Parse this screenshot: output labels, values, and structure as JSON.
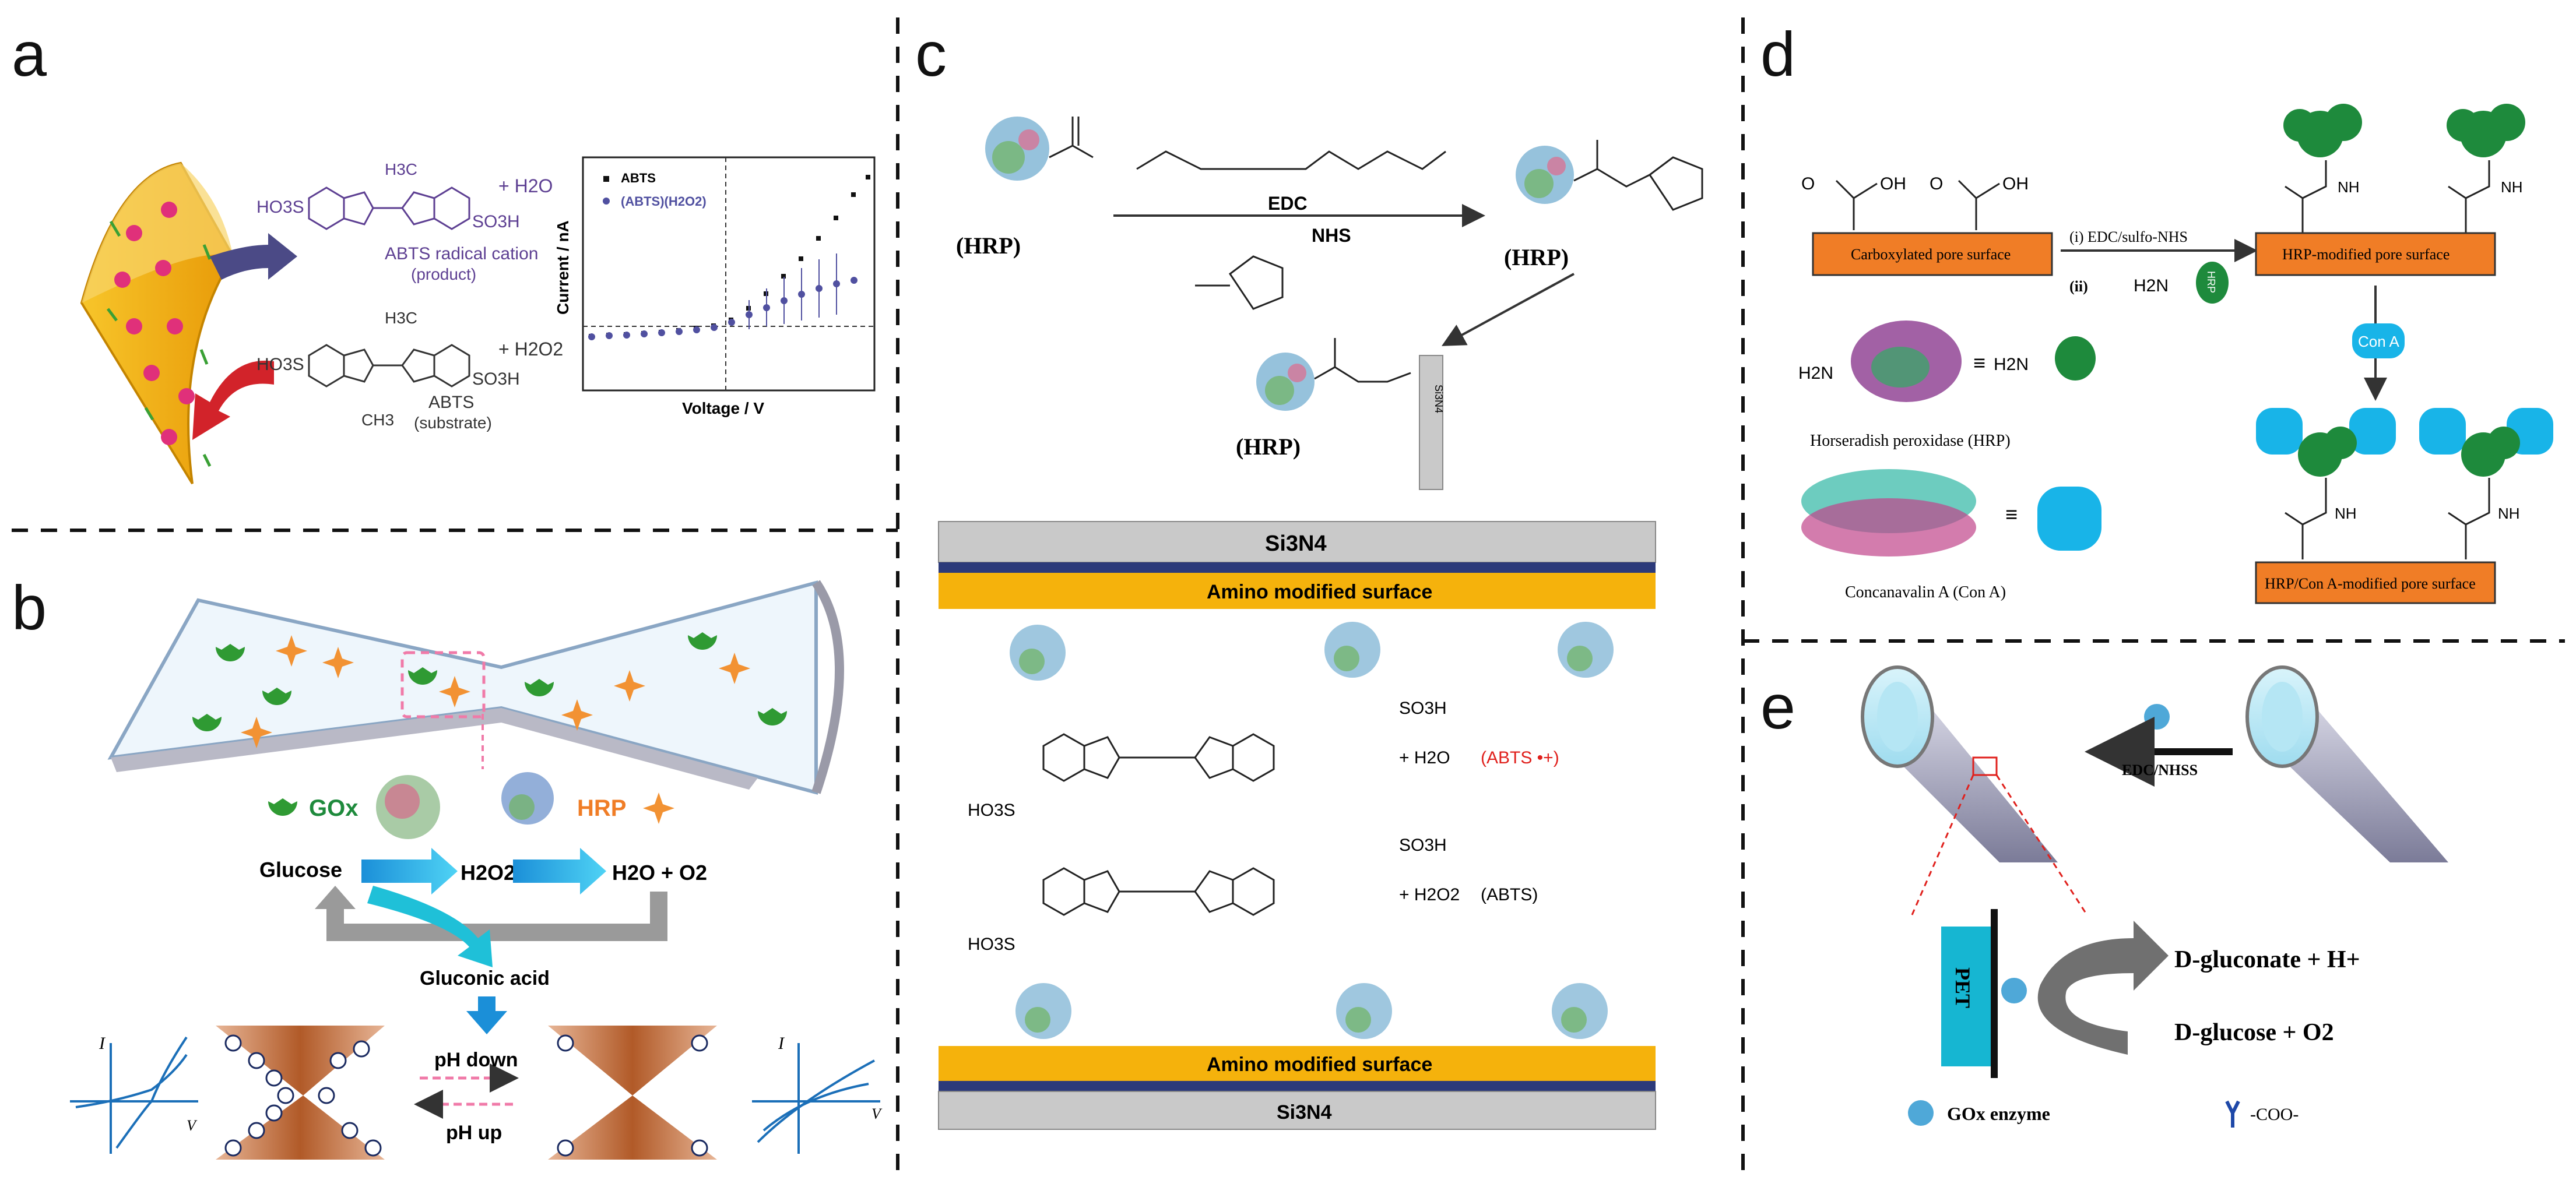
{
  "panels": {
    "a": {
      "letter": "a",
      "product_name": "ABTS radical cation",
      "product_note": "(product)",
      "product_water": "+ H2O",
      "substrate_name": "ABTS",
      "substrate_note": "(substrate)",
      "substrate_h2o2": "+ H2O2",
      "so3h": "SO3H",
      "ho3s": "HO3S",
      "ch3": "CH3",
      "h3c": "H3C",
      "plot": {
        "ylabel": "Current / nA",
        "xlabel": "Voltage / V",
        "legend": [
          "ABTS",
          "(ABTS)(H2O2)"
        ]
      }
    },
    "b": {
      "letter": "b",
      "gox": "GOx",
      "hrp": "HRP",
      "glucose": "Glucose",
      "h2o2": "H2O2",
      "h2o_o2": "H2O + O2",
      "gluconic": "Gluconic acid",
      "ph_down": "pH down",
      "ph_up": "pH up",
      "axis_i": "I",
      "axis_v": "V"
    },
    "c": {
      "letter": "c",
      "hrp1": "(HRP)",
      "hrp2": "(HRP)",
      "hrp3": "(HRP)",
      "edc": "EDC",
      "nhs": "NHS",
      "si3n4_top": "Si3N4",
      "amino_top": "Amino modified surface",
      "amino_bottom": "Amino modified surface",
      "si3n4_bottom": "Si3N4",
      "abts_cation_label": "(ABTS •+)",
      "abts_label": "(ABTS)",
      "plus_h2o": "+ H2O",
      "plus_h2o2": "+ H2O2",
      "so3h": "SO3H",
      "ho3s": "HO3S",
      "post": "Si3N4"
    },
    "d": {
      "letter": "d",
      "carboxylated": "Carboxylated pore surface",
      "step_i": "(i) EDC/sulfo-NHS",
      "step_ii": "(ii)",
      "hrp_modified": "HRP-modified pore surface",
      "con_a_token": "Con A",
      "hrp_token": "HRP",
      "hrp_name": "Horseradish peroxidase (HRP)",
      "con_a_name": "Concanavalin A (Con A)",
      "final": "HRP/Con A-modified pore surface",
      "equiv": "≡",
      "oh": "OH",
      "o": "O",
      "nh": "NH",
      "h2n": "H2N"
    },
    "e": {
      "letter": "e",
      "edc": "EDC/NHSS",
      "pet": "PET",
      "gluconate": "D-gluconate + H+",
      "glucose": "D-glucose + O2",
      "gox_legend": "GOx enzyme",
      "coo_legend": "-COO-"
    }
  },
  "colors": {
    "gold": "#f5b20c",
    "orange": "#f07d26",
    "green": "#1e8a3c",
    "cyan": "#18b4e8",
    "navy": "#2c3a7a",
    "gray": "#c9c9c9",
    "red": "#e0201c",
    "pink": "#f07aa8"
  }
}
